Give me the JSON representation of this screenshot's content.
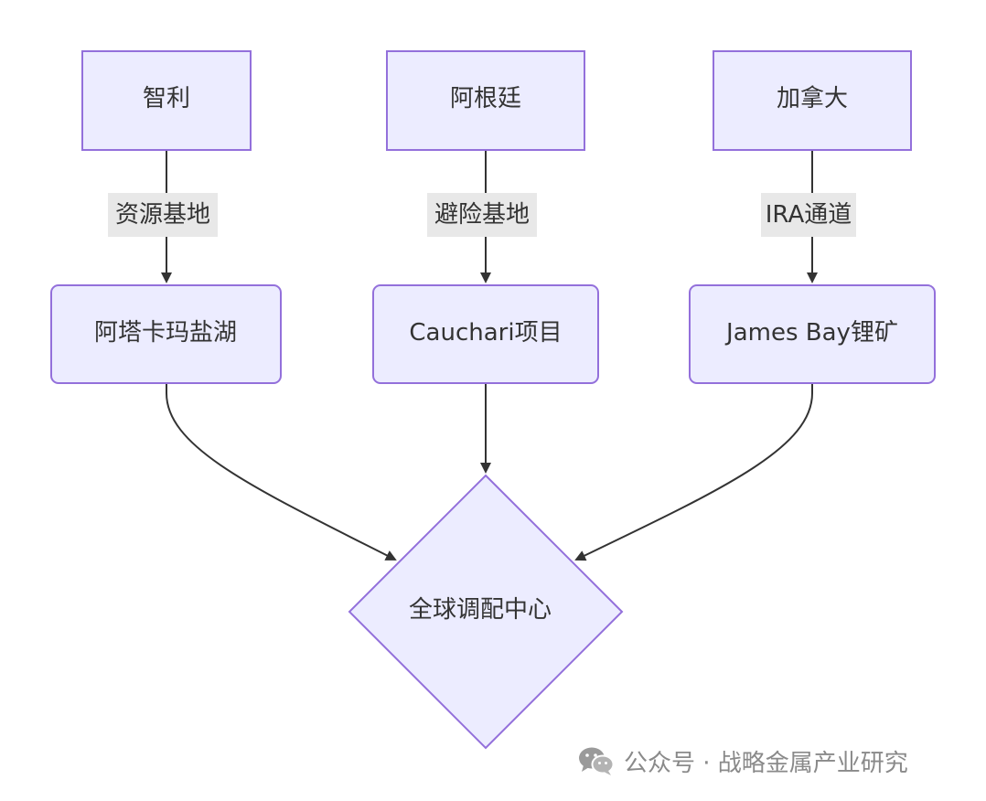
{
  "diagram": {
    "type": "flowchart",
    "colors": {
      "node_fill": "#ECECFF",
      "node_stroke": "#9370DB",
      "edge": "#333333",
      "edge_label_bg": "#E8E8E8",
      "text": "#333333"
    },
    "nodes": {
      "chile": "智利",
      "argentina": "阿根廷",
      "canada": "加拿大",
      "atacama": "阿塔卡玛盐湖",
      "cauchari": "Cauchari项目",
      "james_bay": "James Bay锂矿",
      "hub": "全球调配中心"
    },
    "edge_labels": {
      "chile_atacama": "资源基地",
      "argentina_cauchari": "避险基地",
      "canada_james_bay": "IRA通道"
    }
  },
  "watermark": {
    "icon": "wechat-icon",
    "text": "公众号 · 战略金属产业研究"
  }
}
